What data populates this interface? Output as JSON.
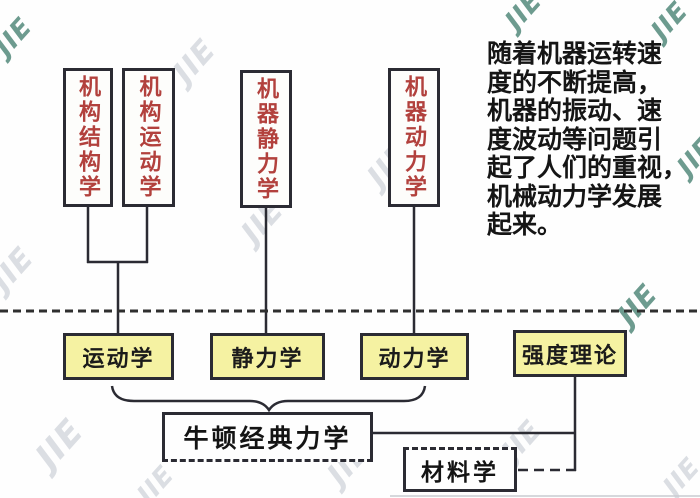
{
  "watermark": {
    "text": "JIE"
  },
  "top_boxes": [
    {
      "label": "机构结构学"
    },
    {
      "label": "机构运动学"
    },
    {
      "label": "机器静力学"
    },
    {
      "label": "机器动力学"
    }
  ],
  "note": {
    "lines": [
      "随着机器运转速",
      "度的不断提高，",
      "机器的振动、速",
      "度波动等问题引",
      "起了人们的重视，",
      "机械动力学发展",
      "起来。"
    ]
  },
  "middle_boxes": [
    {
      "label": "运动学"
    },
    {
      "label": "静力学"
    },
    {
      "label": "动力学"
    },
    {
      "label": "强度理论"
    }
  ],
  "bottom_boxes": {
    "newton": {
      "label": "牛顿经典力学"
    },
    "materials": {
      "label": "材料学"
    }
  },
  "colors": {
    "box_border": "#2b2b33",
    "red_text": "#b2413d",
    "yellow_fill": "#f5f2a2",
    "watermark_gray": "#dbdee3",
    "watermark_teal": "#4a8374"
  }
}
